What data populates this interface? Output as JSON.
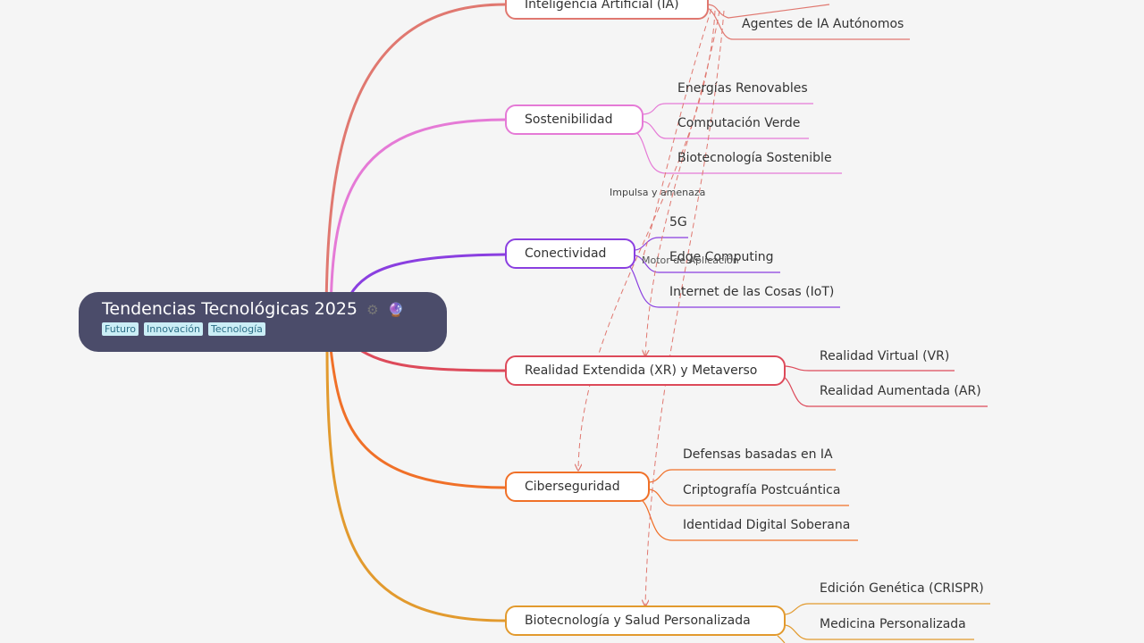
{
  "root": {
    "title": "Tendencias Tecnológicas 2025",
    "icons": [
      "gear-icon",
      "crystal-ball-icon"
    ],
    "tags": [
      "Futuro",
      "Innovación",
      "Tecnología"
    ]
  },
  "branches": [
    {
      "label": "Inteligencia Artificial (IA)",
      "color": "#e07870",
      "leaves": [
        "Agentes de IA Autónomos"
      ]
    },
    {
      "label": "Sostenibilidad",
      "color": "#e57ad6",
      "leaves": [
        "Energías Renovables",
        "Computación Verde",
        "Biotecnología Sostenible"
      ]
    },
    {
      "label": "Conectividad",
      "color": "#8a3fe0",
      "leaves": [
        "5G",
        "Edge Computing",
        "Internet de las Cosas (IoT)"
      ]
    },
    {
      "label": "Realidad Extendida (XR) y Metaverso",
      "color": "#dd4a5a",
      "leaves": [
        "Realidad Virtual (VR)",
        "Realidad Aumentada (AR)"
      ]
    },
    {
      "label": "Ciberseguridad",
      "color": "#f07028",
      "leaves": [
        "Defensas basadas en IA",
        "Criptografía Postcuántica",
        "Identidad Digital Soberana"
      ]
    },
    {
      "label": "Biotecnología y Salud Personalizada",
      "color": "#e29a2e",
      "leaves": [
        "Edición Genética (CRISPR)",
        "Medicina Personalizada"
      ]
    }
  ],
  "relationships": [
    {
      "label": "Impulsa y amenaza"
    },
    {
      "label": "Motor de Aplicación"
    }
  ]
}
